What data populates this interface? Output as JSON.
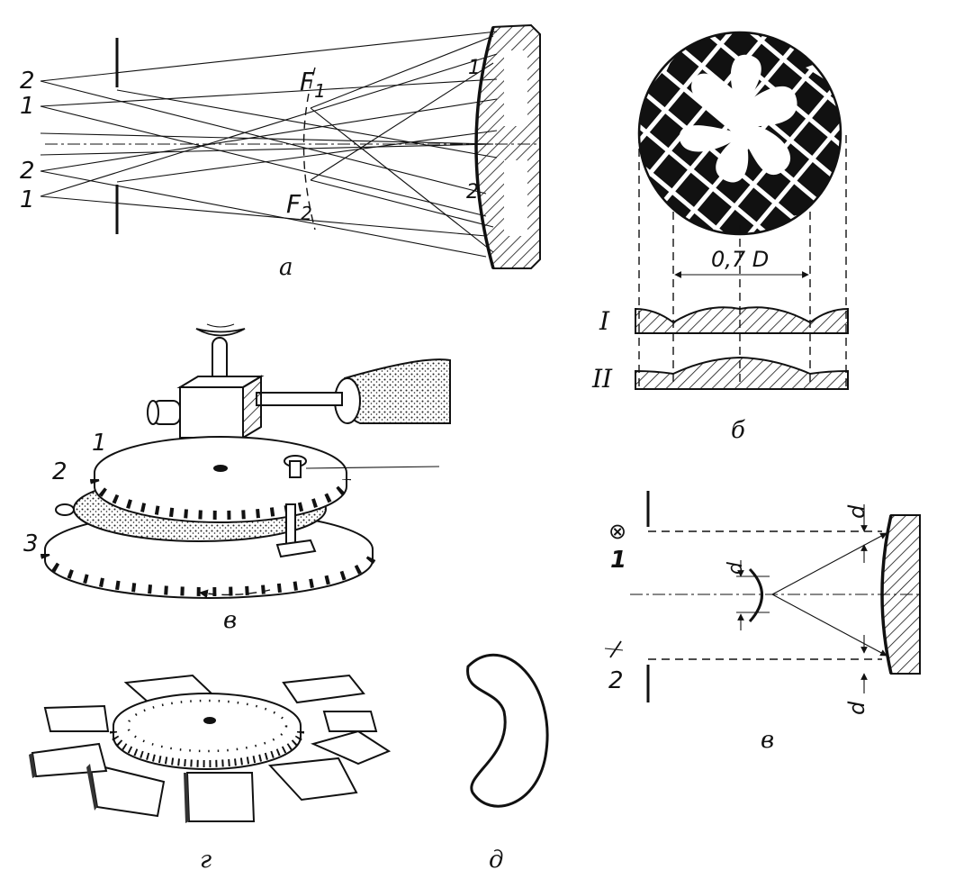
{
  "panel_a": {
    "label": "а",
    "rays": [
      "2",
      "1",
      "2",
      "1"
    ],
    "focus_top": "F",
    "focus_top_sub": "1",
    "focus_bottom": "F",
    "focus_bottom_sub": "2",
    "mirror_zone_top": "1",
    "mirror_zone_bottom": "2"
  },
  "panel_b": {
    "label": "б",
    "dimension": "0,7 D",
    "profile_1": "I",
    "profile_2": "II"
  },
  "panel_v_device": {
    "label": "в",
    "parts": [
      "1",
      "2",
      "3"
    ]
  },
  "panel_v_optics": {
    "label": "в",
    "symbol_top": "⊗",
    "marker_top": "1",
    "marker_bottom": "2",
    "gap_label": "d"
  },
  "panel_g": {
    "label": "г"
  },
  "panel_d": {
    "label": "д"
  }
}
